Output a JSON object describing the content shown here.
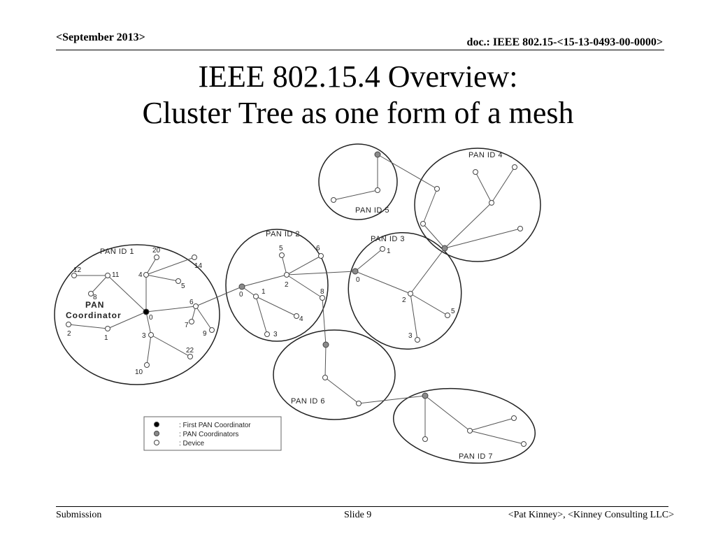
{
  "header": {
    "date": "<September 2013>",
    "doc_id": "doc.: IEEE 802.15-<15-13-0493-00-0000>"
  },
  "title": {
    "line1": "IEEE 802.15.4 Overview:",
    "line2": "Cluster Tree as one form of a mesh"
  },
  "diagram": {
    "clusters": [
      {
        "id": "pan1",
        "label": "PAN ID 1",
        "coordinator_label": "PAN Coordinator"
      },
      {
        "id": "pan2",
        "label": "PAN ID 2"
      },
      {
        "id": "pan3",
        "label": "PAN ID 3"
      },
      {
        "id": "pan4",
        "label": "PAN ID 4"
      },
      {
        "id": "pan5",
        "label": "PAN ID 5"
      },
      {
        "id": "pan6",
        "label": "PAN ID 6"
      },
      {
        "id": "pan7",
        "label": "PAN ID 7"
      }
    ],
    "pan1_coordinator": {
      "line1": "PAN",
      "line2": "Coordinator"
    },
    "node_labels": {
      "pan1": [
        "0",
        "1",
        "2",
        "3",
        "4",
        "5",
        "6",
        "7",
        "8",
        "9",
        "10",
        "11",
        "12",
        "14",
        "20",
        "22"
      ],
      "pan2": [
        "0",
        "1",
        "2",
        "3",
        "4",
        "5",
        "6",
        "8"
      ],
      "pan3": [
        "0",
        "1",
        "2",
        "3",
        "5"
      ]
    },
    "legend": [
      {
        "symbol": "black-dot",
        "label": ": First PAN Coordinator",
        "color": "#000000"
      },
      {
        "symbol": "gray-dot",
        "label": ": PAN Coordinators",
        "color": "#8a8a8a"
      },
      {
        "symbol": "white-dot",
        "label": ": Device",
        "color": "#ffffff"
      }
    ]
  },
  "footer": {
    "left": "Submission",
    "center": "Slide 9",
    "right": "<Pat Kinney>, <Kinney Consulting LLC>"
  }
}
